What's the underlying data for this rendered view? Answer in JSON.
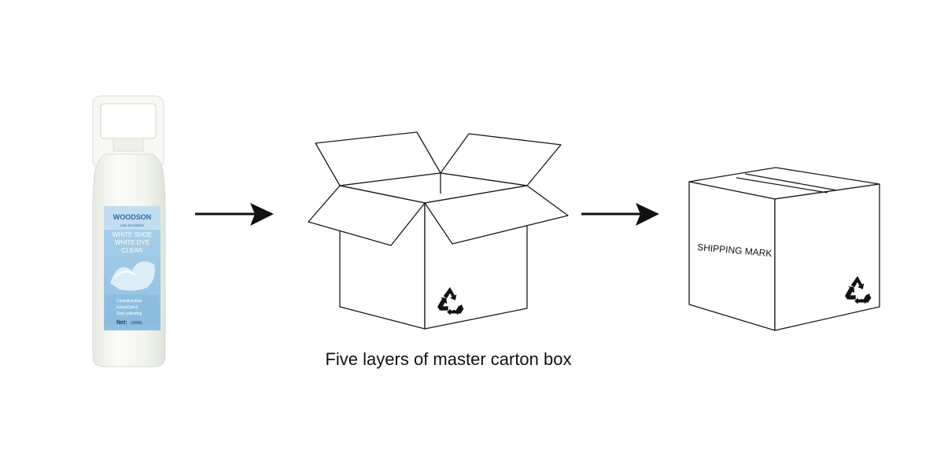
{
  "product": {
    "brand": "WOODSON",
    "tagline": "care for leather",
    "name_line1": "WHITE SHOE",
    "name_line2": "WHITE DYE",
    "name_line3": "CLEAR",
    "benefit_1": "Clean&whiting",
    "benefit_2": "Easy&Quick",
    "benefit_3": "Stop yellowing",
    "net_label": "Net:",
    "net_value": "100ML"
  },
  "caption": "Five layers of master carton box",
  "shipping_mark": "SHIPPING MARK",
  "colors": {
    "label_blue": "#9ec9e6",
    "label_blue_dark": "#4f8fc0",
    "bottle_white": "#f2f4ee",
    "line": "#1a1a1a"
  },
  "icons": [
    "right-arrow-icon",
    "recycle-icon"
  ]
}
